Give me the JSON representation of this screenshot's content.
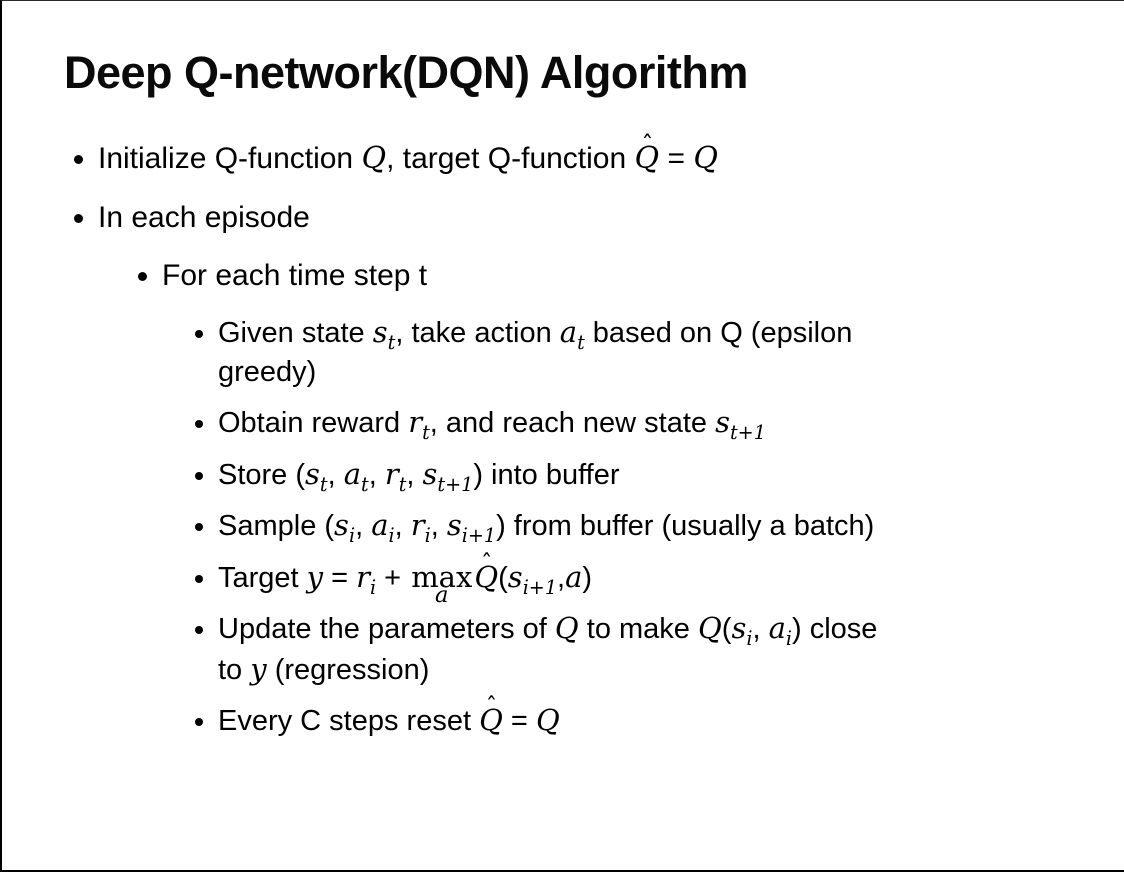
{
  "slide": {
    "title": "Deep Q-network(DQN) Algorithm"
  },
  "sym": {
    "hat": "ˆ"
  },
  "lines": {
    "init": {
      "t1": "Initialize Q-function ",
      "m1": "Q",
      "t2": ", target Q-function ",
      "m2": "Q",
      "eq": " = ",
      "m3": "Q"
    },
    "episode": {
      "t1": "In each episode"
    },
    "timestep": {
      "t1": "For each time step t"
    },
    "given": {
      "t1": "Given state ",
      "m1": "s",
      "s1": "t",
      "t2": ", take action ",
      "m2": "a",
      "s2": "t",
      "t3": " based on Q (epsilon",
      "t4": "greedy)"
    },
    "obtain": {
      "t1": "Obtain reward ",
      "m1": "r",
      "s1": "t",
      "t2": ", and reach new state ",
      "m2": "s",
      "s2": "t+1"
    },
    "store": {
      "t1": "Store (",
      "m1": "s",
      "s1": "t",
      "c1": ", ",
      "m2": "a",
      "s2": "t",
      "c2": ", ",
      "m3": "r",
      "s3": "t",
      "c3": ", ",
      "m4": "s",
      "s4": "t+1",
      "t2": ") into buffer"
    },
    "sample": {
      "t1": "Sample (",
      "m1": "s",
      "s1": "i",
      "c1": ", ",
      "m2": "a",
      "s2": "i",
      "c2": ", ",
      "m3": "r",
      "s3": "i",
      "c3": ", ",
      "m4": "s",
      "s4": "i+1",
      "t2": ") from buffer (usually a batch)"
    },
    "target": {
      "t1": "Target ",
      "m1": "y",
      "eq": " = ",
      "m2": "r",
      "s2": "i",
      "plus": " + ",
      "max": "max",
      "under": "a",
      "m3": "Q",
      "p1": "(",
      "m4": "s",
      "s4": "i+1",
      "c1": ",",
      "m5": "a",
      "p2": ")"
    },
    "update": {
      "t1": "Update the parameters of ",
      "m1": "Q",
      "t2": " to make ",
      "m2": "Q",
      "p1": "(",
      "m3": "s",
      "s3": "i",
      "c1": ", ",
      "m4": "a",
      "s4": "i",
      "p2": ") close",
      "t3": "to ",
      "m5": "y",
      "t4": " (regression)"
    },
    "reset": {
      "t1": "Every C steps reset ",
      "m1": "Q",
      "eq": " = ",
      "m2": "Q"
    }
  }
}
